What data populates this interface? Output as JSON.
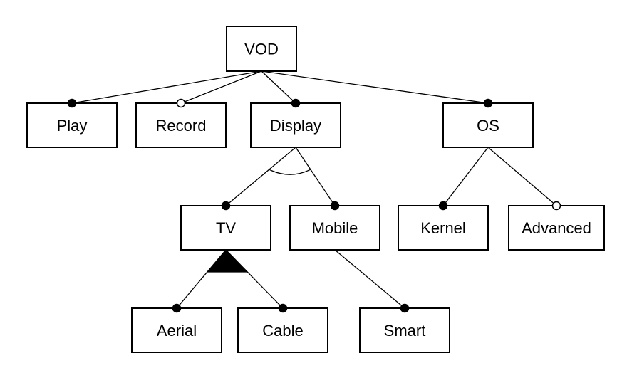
{
  "nodes": [
    {
      "id": "vod",
      "label": "VOD"
    },
    {
      "id": "play",
      "label": "Play"
    },
    {
      "id": "record",
      "label": "Record"
    },
    {
      "id": "display",
      "label": "Display"
    },
    {
      "id": "os",
      "label": "OS"
    },
    {
      "id": "tv",
      "label": "TV"
    },
    {
      "id": "mobile",
      "label": "Mobile"
    },
    {
      "id": "kernel",
      "label": "Kernel"
    },
    {
      "id": "advanced",
      "label": "Advanced"
    },
    {
      "id": "aerial",
      "label": "Aerial"
    },
    {
      "id": "cable",
      "label": "Cable"
    },
    {
      "id": "smart",
      "label": "Smart"
    }
  ],
  "edges": [
    {
      "from": "vod",
      "to": "play",
      "kind": "mandatory"
    },
    {
      "from": "vod",
      "to": "record",
      "kind": "optional"
    },
    {
      "from": "vod",
      "to": "display",
      "kind": "mandatory"
    },
    {
      "from": "vod",
      "to": "os",
      "kind": "mandatory"
    },
    {
      "from": "display",
      "to": "tv",
      "kind": "mandatory"
    },
    {
      "from": "display",
      "to": "mobile",
      "kind": "mandatory"
    },
    {
      "from": "os",
      "to": "kernel",
      "kind": "mandatory"
    },
    {
      "from": "os",
      "to": "advanced",
      "kind": "optional"
    },
    {
      "from": "tv",
      "to": "aerial",
      "kind": "mandatory"
    },
    {
      "from": "tv",
      "to": "cable",
      "kind": "mandatory"
    },
    {
      "from": "mobile",
      "to": "smart",
      "kind": "mandatory"
    }
  ],
  "groups": [
    {
      "parent": "display",
      "children": [
        "tv",
        "mobile"
      ],
      "kind": "alternative"
    },
    {
      "parent": "tv",
      "children": [
        "aerial",
        "cable"
      ],
      "kind": "or"
    }
  ],
  "colors": {
    "stroke": "#000000",
    "fill": "#ffffff"
  }
}
